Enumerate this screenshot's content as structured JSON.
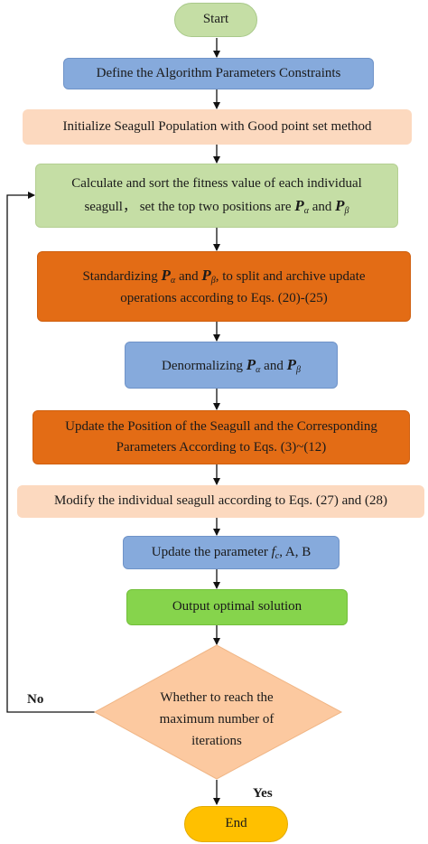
{
  "start": "Start",
  "end": "End",
  "steps": {
    "define": "Define the Algorithm Parameters Constraints",
    "init": "Initialize Seagull Population with Good point set method",
    "calc_a": "Calculate and sort the fitness value of each individual",
    "calc_b": "seagull， set the top two positions are",
    "and": "and",
    "std_a": "Standardizing",
    "std_b": ", to split and archive update",
    "std_c": "operations according to Eqs. (20)-(25)",
    "denorm": "Denormalizing",
    "update_a": "Update the Position of the Seagull and the Corresponding",
    "update_b": "Parameters According to Eqs. (3)~(12)",
    "modify": "Modify the individual seagull according to Eqs. (27) and (28)",
    "param": "Update the parameter",
    "param_tail": ", A, B",
    "output": "Output optimal solution"
  },
  "symbols": {
    "p": "P",
    "alpha": "α",
    "beta": "β",
    "f": "f",
    "c": "c"
  },
  "decision": {
    "line1": "Whether to reach the",
    "line2": "maximum number of",
    "line3": "iterations"
  },
  "labels": {
    "no": "No",
    "yes": "Yes"
  },
  "colors": {
    "terminal_start": "#c5dea5",
    "terminal_end": "#ffc000",
    "blue_box": "#86aadc",
    "peach_box": "#fcd9bf",
    "light_green_box": "#c5dea5",
    "orange_box": "#e36c15",
    "green_box": "#86d44c",
    "decision": "#fcc9a0"
  }
}
